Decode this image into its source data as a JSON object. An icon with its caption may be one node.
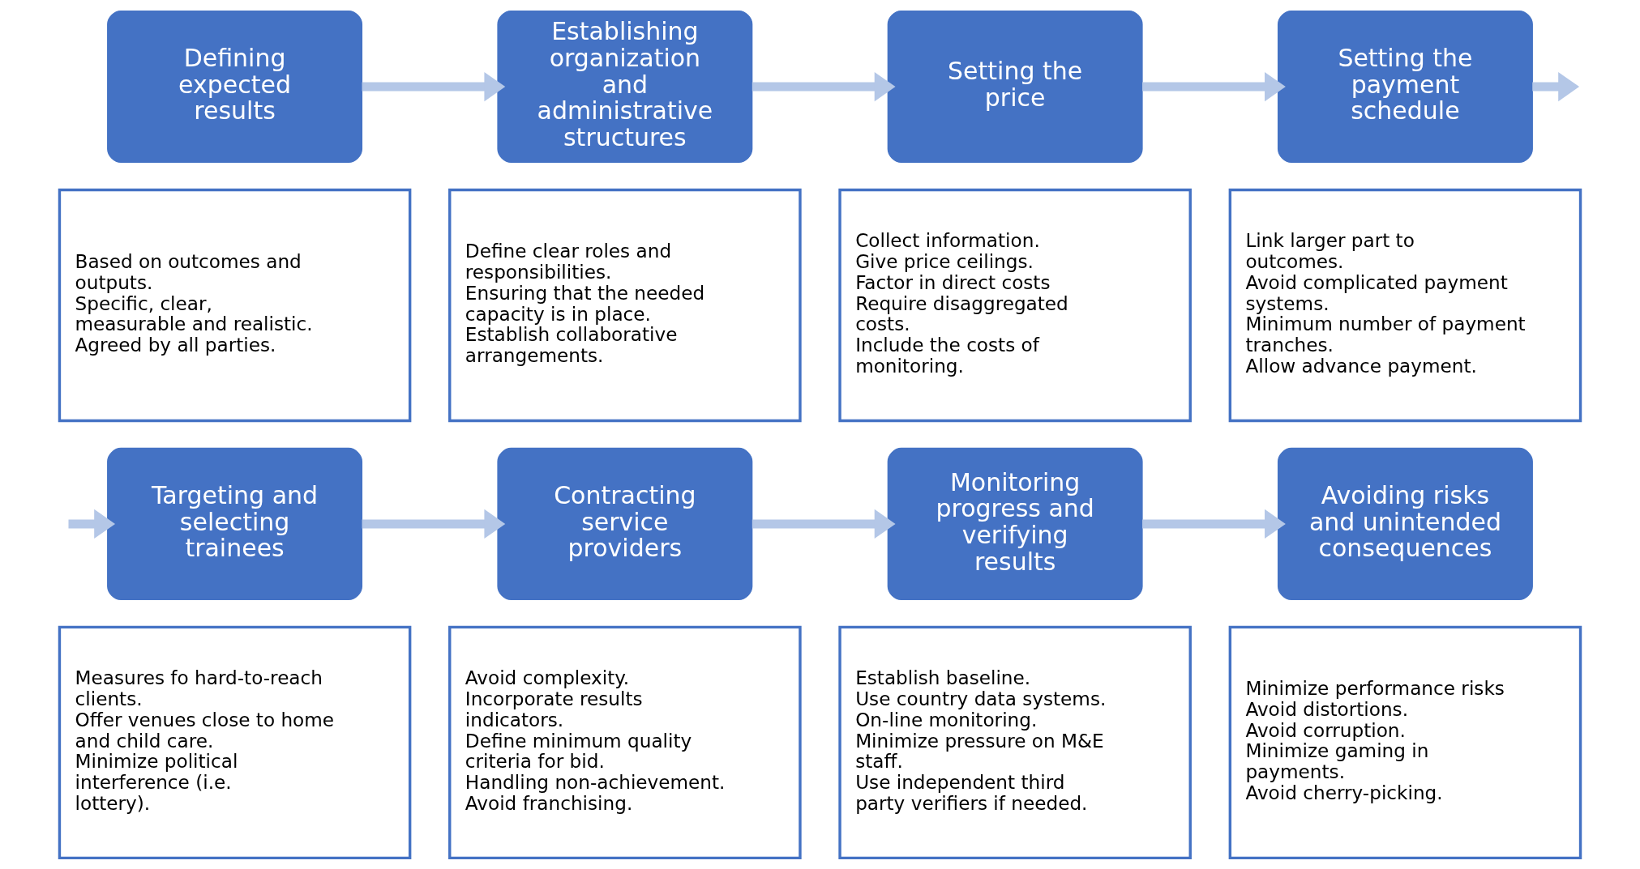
{
  "diagram": {
    "nodes": [
      {
        "text": [
          "Defining expected results"
        ]
      },
      {
        "text": [
          "Establishing organization and administrative structures"
        ]
      },
      {
        "text": [
          "Setting the price"
        ]
      },
      {
        "text": [
          "Setting the payment schedule"
        ]
      },
      {
        "text": [
          "Based on outcomes and outputs.",
          "Specific, clear, measurable and realistic.",
          "Agreed by all parties."
        ]
      },
      {
        "text": [
          "Define clear roles and responsibilities.",
          "Ensuring that the needed capacity is in place.",
          "Establish collaborative arrangements."
        ]
      },
      {
        "text": [
          "Collect information.",
          "Give price ceilings.",
          "Factor in direct costs",
          "Require disaggregated costs.",
          "Include the costs of monitoring."
        ]
      },
      {
        "text": [
          "Link larger part to outcomes.",
          "Avoid complicated payment systems.",
          "Minimum number of payment tranches.",
          "Allow advance payment."
        ]
      },
      {
        "text": [
          "Targeting and selecting trainees"
        ]
      },
      {
        "text": [
          "Contracting service providers"
        ]
      },
      {
        "text": [
          "Monitoring progress and verifying results"
        ]
      },
      {
        "text": [
          "Avoiding risks and unintended consequences"
        ]
      },
      {
        "text": [
          "Measures fo hard-to-reach clients.",
          "Offer venues close to home and child care.",
          "Minimize political interference (i.e. lottery)."
        ]
      },
      {
        "text": [
          "Avoid complexity.",
          "Incorporate results indicators.",
          "Define minimum quality criteria for bid.",
          "Handling non-achievement.",
          "Avoid franchising."
        ]
      },
      {
        "text": [
          "Establish baseline.",
          "Use country data systems.",
          "On-line monitoring.",
          "Minimize pressure on M&E staff.",
          "Use independent third party verifiers if needed."
        ]
      },
      {
        "text": [
          "Minimize performance risks",
          "Avoid distortions.",
          "Avoid corruption.",
          "Minimize gaming in payments.",
          "Avoid cherry-picking."
        ]
      }
    ],
    "edges": [
      {
        "from": 0,
        "to": 1,
        "arrow": "to"
      },
      {
        "from": 1,
        "to": 2,
        "arrow": "to"
      },
      {
        "from": 2,
        "to": 3,
        "arrow": "to"
      },
      {
        "from": 3,
        "to": null,
        "arrow": "to"
      },
      {
        "from": null,
        "to": 8,
        "arrow": "to"
      },
      {
        "from": 8,
        "to": 9,
        "arrow": "to"
      },
      {
        "from": 9,
        "to": 10,
        "arrow": "to"
      },
      {
        "from": 10,
        "to": 11,
        "arrow": "to"
      }
    ]
  }
}
